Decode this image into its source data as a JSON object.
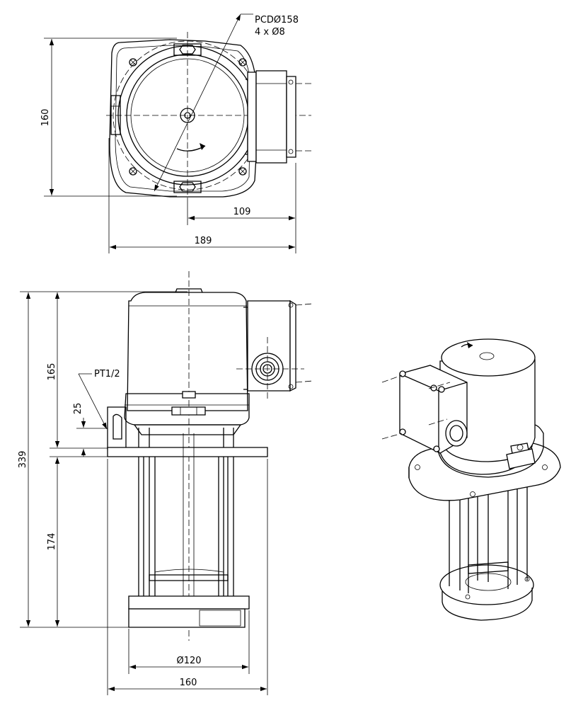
{
  "dimensions": {
    "pcd_label": "PCDØ158",
    "holes_label": "4 x Ø8",
    "top_height": "160",
    "top_offset": "109",
    "top_width": "189",
    "total_height": "339",
    "head_height": "165",
    "column_height": "174",
    "port_offset": "25",
    "port_label": "PT1/2",
    "base_diameter": "Ø120",
    "flange_width": "160"
  }
}
